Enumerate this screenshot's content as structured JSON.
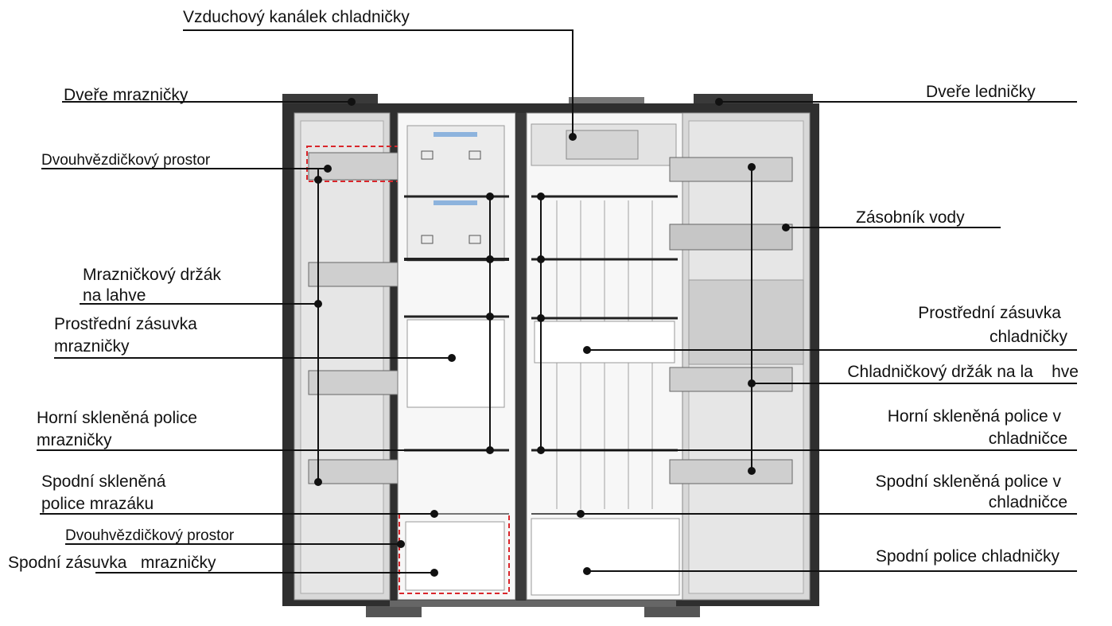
{
  "diagram": {
    "labels": {
      "air_duct": "Vzduchový kanálek chladničky",
      "freezer_door": "Dveře mrazničky",
      "fridge_door": "Dveře ledničky",
      "two_star_top": "Dvouhvězdičkový prostor",
      "water_tank": "Zásobník vody",
      "freezer_bottle_holder_1": "Mrazničkový držák",
      "freezer_bottle_holder_2": "na lahve",
      "freezer_middle_drawer_1": "Prostřední zásuvka",
      "freezer_middle_drawer_2": "mrazničky",
      "fridge_middle_drawer_1": "Prostřední zásuvka",
      "fridge_middle_drawer_2": "chladničky",
      "fridge_bottle_holder": "Chladničkový držák na la    hve",
      "freezer_upper_shelf_1": "Horní skleněná police",
      "freezer_upper_shelf_2": "mrazničky",
      "fridge_upper_shelf_1": "Horní skleněná police v",
      "fridge_upper_shelf_2": "chladničce",
      "freezer_lower_shelf_1": "Spodní skleněná",
      "freezer_lower_shelf_2": "police mrazáku",
      "fridge_lower_shelf_1": "Spodní skleněná police v",
      "fridge_lower_shelf_2": "chladničce",
      "two_star_bottom": "Dvouhvězdičkový prostor",
      "freezer_bottom_drawer": "Spodní zásuvka   mrazničky",
      "fridge_bottom_shelf": "Spodní police chladničky"
    },
    "colors": {
      "line": "#111111",
      "cabinet": "#2f2f2f",
      "door_panel": "#dcdcdc",
      "interior": "#f7f7f7",
      "highlight": "#d9262b"
    }
  }
}
